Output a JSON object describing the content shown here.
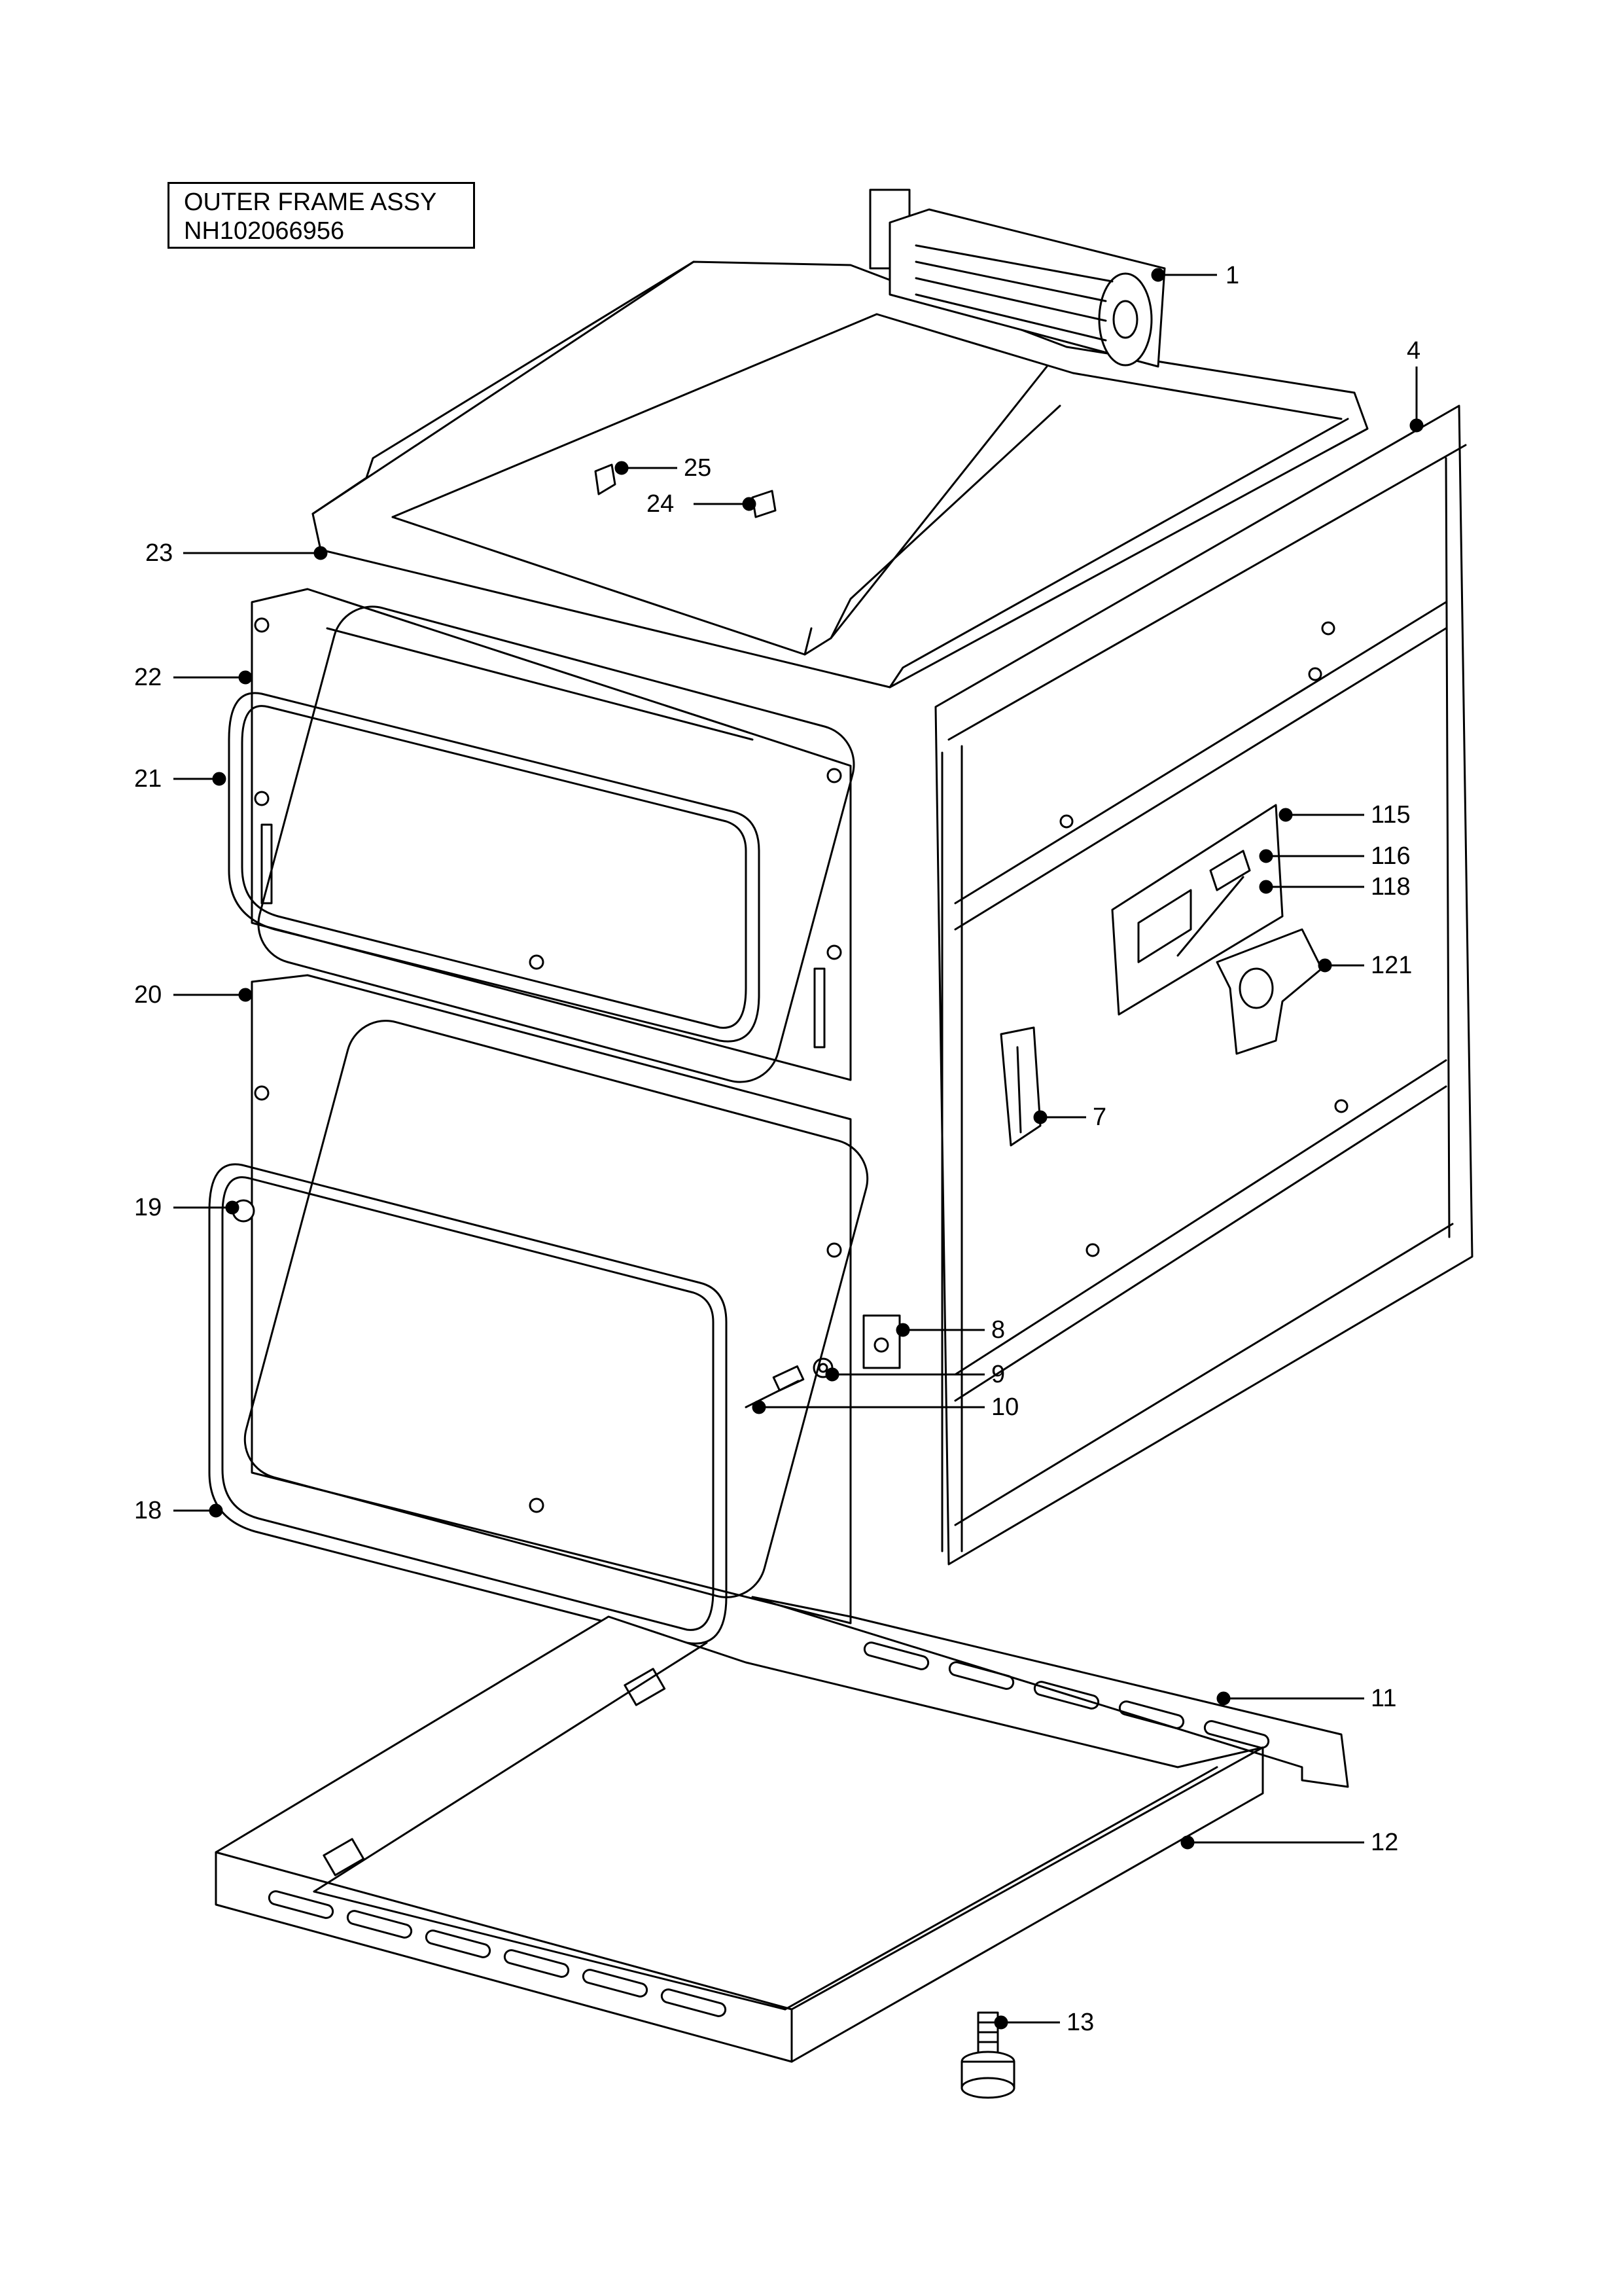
{
  "title": {
    "line1": "OUTER FRAME ASSY",
    "line2": "NH102066956"
  },
  "callouts": [
    "1",
    "4",
    "25",
    "24",
    "23",
    "22",
    "21",
    "115",
    "116",
    "118",
    "121",
    "20",
    "7",
    "19",
    "8",
    "9",
    "10",
    "18",
    "11",
    "12",
    "13"
  ]
}
